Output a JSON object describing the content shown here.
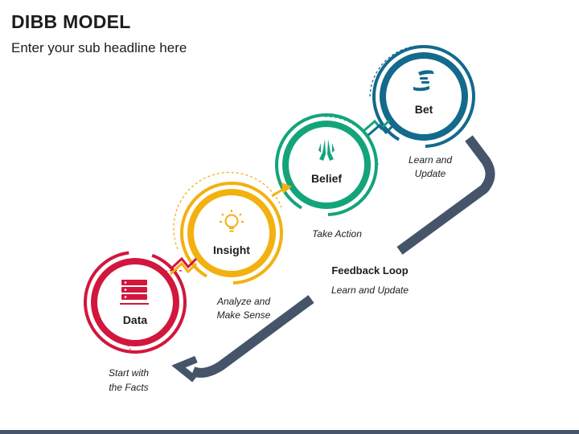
{
  "header": {
    "title": "DIBB MODEL",
    "subtitle": "Enter your sub headline here"
  },
  "colors": {
    "data": "#d1173d",
    "insight": "#f2b10f",
    "belief": "#13a47a",
    "bet": "#136a8c",
    "loop": "#46546a"
  },
  "nodes": [
    {
      "id": "data",
      "label": "Data",
      "icon": "server-icon",
      "caption": [
        "Start with",
        "the Facts"
      ]
    },
    {
      "id": "insight",
      "label": "Insight",
      "icon": "lightbulb-icon",
      "caption": [
        "Analyze and",
        "Make Sense"
      ]
    },
    {
      "id": "belief",
      "label": "Belief",
      "icon": "praying-hands-icon",
      "caption": [
        "Take Action"
      ]
    },
    {
      "id": "bet",
      "label": "Bet",
      "icon": "hands-coin-icon",
      "caption": [
        "Learn and",
        "Update"
      ]
    }
  ],
  "feedback_loop": {
    "title": "Feedback Loop",
    "subtitle": "Learn and Update"
  }
}
